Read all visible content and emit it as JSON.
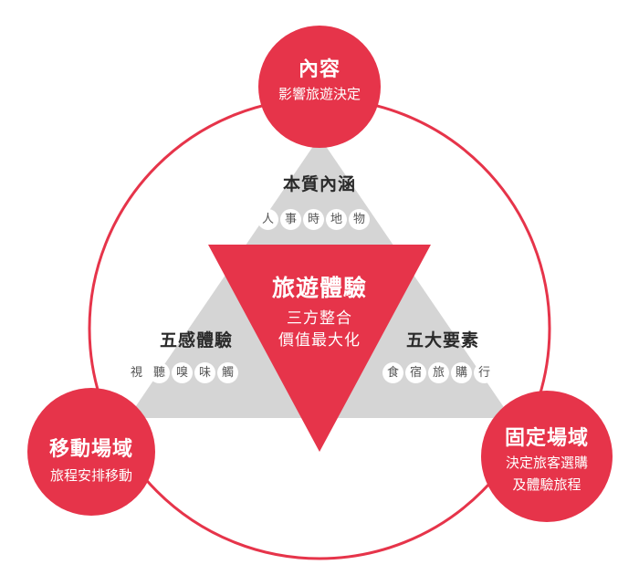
{
  "colors": {
    "accent": "#e6344a",
    "gray": "#d5d5d5",
    "white": "#ffffff",
    "text": "#2a2a2a"
  },
  "top_circle": {
    "title": "內容",
    "subtitle": "影響旅遊決定"
  },
  "left_circle": {
    "title": "移動場域",
    "subtitle": "旅程安排移動"
  },
  "right_circle": {
    "title": "固定場域",
    "subtitle_line1": "決定旅客選購",
    "subtitle_line2": "及體驗旅程"
  },
  "top_section": {
    "title": "本質內涵",
    "chips": [
      "人",
      "事",
      "時",
      "地",
      "物"
    ]
  },
  "left_section": {
    "title": "五感體驗",
    "chips": [
      "視",
      "聽",
      "嗅",
      "味",
      "觸"
    ]
  },
  "right_section": {
    "title": "五大要素",
    "chips": [
      "食",
      "宿",
      "旅",
      "購",
      "行"
    ]
  },
  "center": {
    "title": "旅遊體驗",
    "line1": "三方整合",
    "line2": "價值最大化"
  }
}
